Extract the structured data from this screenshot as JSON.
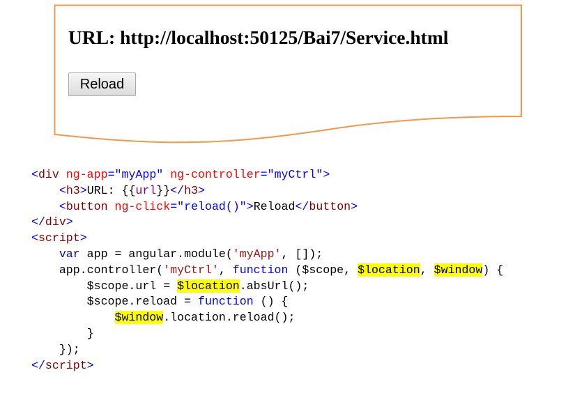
{
  "demo": {
    "heading": "URL: http://localhost:50125/Bai7/Service.html",
    "button_label": "Reload",
    "border_color": "#f79646"
  },
  "code_lines": [
    [
      [
        "<",
        "tag"
      ],
      [
        "div",
        "tn"
      ],
      [
        " ng-app",
        "attr"
      ],
      [
        "=",
        "tag"
      ],
      [
        "\"myApp\"",
        "str"
      ],
      [
        " ng-controller",
        "attr"
      ],
      [
        "=",
        "tag"
      ],
      [
        "\"myCtrl\"",
        "str"
      ],
      [
        ">",
        "tag"
      ]
    ],
    [
      [
        "    ",
        "plain"
      ],
      [
        "<",
        "tag"
      ],
      [
        "h3",
        "tn"
      ],
      [
        ">",
        "tag"
      ],
      [
        "URL: {{",
        "plain"
      ],
      [
        "url",
        "ang"
      ],
      [
        "}}",
        "plain"
      ],
      [
        "</",
        "tag"
      ],
      [
        "h3",
        "tn"
      ],
      [
        ">",
        "tag"
      ]
    ],
    [
      [
        "    ",
        "plain"
      ],
      [
        "<",
        "tag"
      ],
      [
        "button",
        "tn"
      ],
      [
        " ng-click",
        "attr"
      ],
      [
        "=",
        "tag"
      ],
      [
        "\"reload()\"",
        "str"
      ],
      [
        ">",
        "tag"
      ],
      [
        "Reload",
        "plain"
      ],
      [
        "</",
        "tag"
      ],
      [
        "button",
        "tn"
      ],
      [
        ">",
        "tag"
      ]
    ],
    [
      [
        "</",
        "tag"
      ],
      [
        "div",
        "tn"
      ],
      [
        ">",
        "tag"
      ]
    ],
    [
      [
        "<",
        "tag"
      ],
      [
        "script",
        "tn"
      ],
      [
        ">",
        "tag"
      ]
    ],
    [
      [
        "    ",
        "plain"
      ],
      [
        "var",
        "kw"
      ],
      [
        " app = angular.module(",
        "plain"
      ],
      [
        "'myApp'",
        "jstr"
      ],
      [
        ", []);",
        "plain"
      ]
    ],
    [
      [
        "    app.controller(",
        "plain"
      ],
      [
        "'myCtrl'",
        "jstr"
      ],
      [
        ", ",
        "plain"
      ],
      [
        "function",
        "kw"
      ],
      [
        " ($scope, ",
        "plain"
      ],
      [
        "$location",
        "hl"
      ],
      [
        ", ",
        "plain"
      ],
      [
        "$window",
        "hl"
      ],
      [
        ") {",
        "plain"
      ]
    ],
    [
      [
        "        $scope.url = ",
        "plain"
      ],
      [
        "$location",
        "hl"
      ],
      [
        ".absUrl();",
        "plain"
      ]
    ],
    [
      [
        "        $scope.reload = ",
        "plain"
      ],
      [
        "function",
        "kw"
      ],
      [
        " () {",
        "plain"
      ]
    ],
    [
      [
        "            ",
        "plain"
      ],
      [
        "$window",
        "hl"
      ],
      [
        ".location.reload();",
        "plain"
      ]
    ],
    [
      [
        "        }",
        "plain"
      ]
    ],
    [
      [
        "    });",
        "plain"
      ]
    ],
    [
      [
        "</",
        "tag"
      ],
      [
        "script",
        "tn"
      ],
      [
        ">",
        "tag"
      ]
    ]
  ]
}
